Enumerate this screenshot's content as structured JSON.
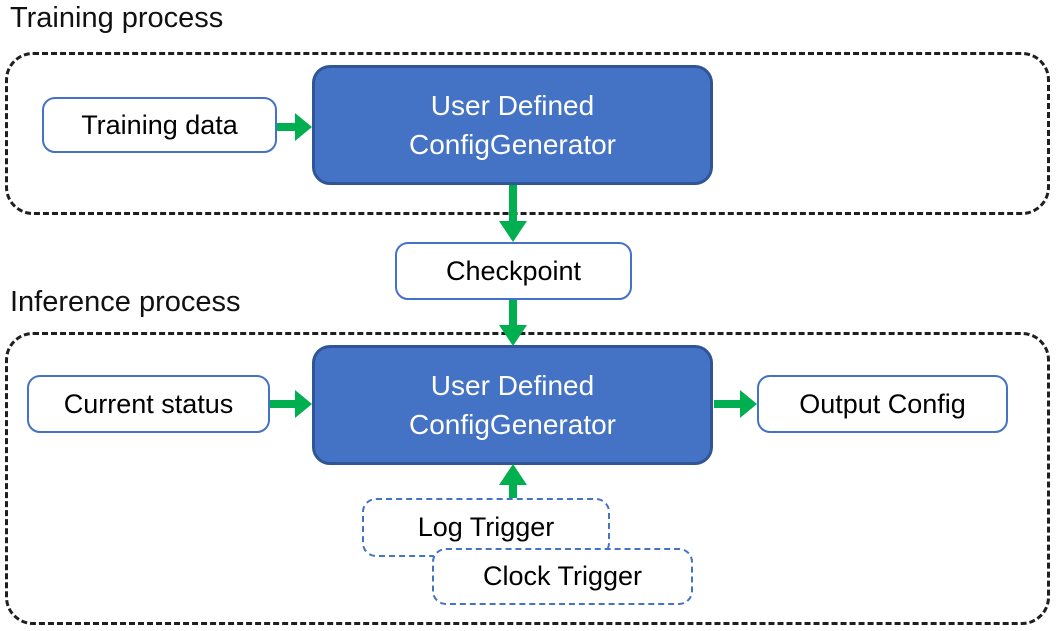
{
  "colors": {
    "generator_fill": "#4472C4",
    "generator_border": "#2F5597",
    "io_border": "#4472C4",
    "arrow_green": "#00B050",
    "container_border": "#1f1f1f",
    "text_dark": "#000000",
    "text_light": "#FFFFFF"
  },
  "training": {
    "title": "Training process",
    "input_label": "Training data",
    "generator_line1": "User Defined",
    "generator_line2": "ConfigGenerator"
  },
  "checkpoint": {
    "label": "Checkpoint"
  },
  "inference": {
    "title": "Inference process",
    "input_label": "Current status",
    "generator_line1": "User Defined",
    "generator_line2": "ConfigGenerator",
    "output_label": "Output Config",
    "triggers": [
      {
        "label": "Log Trigger"
      },
      {
        "label": "Clock Trigger"
      }
    ]
  }
}
